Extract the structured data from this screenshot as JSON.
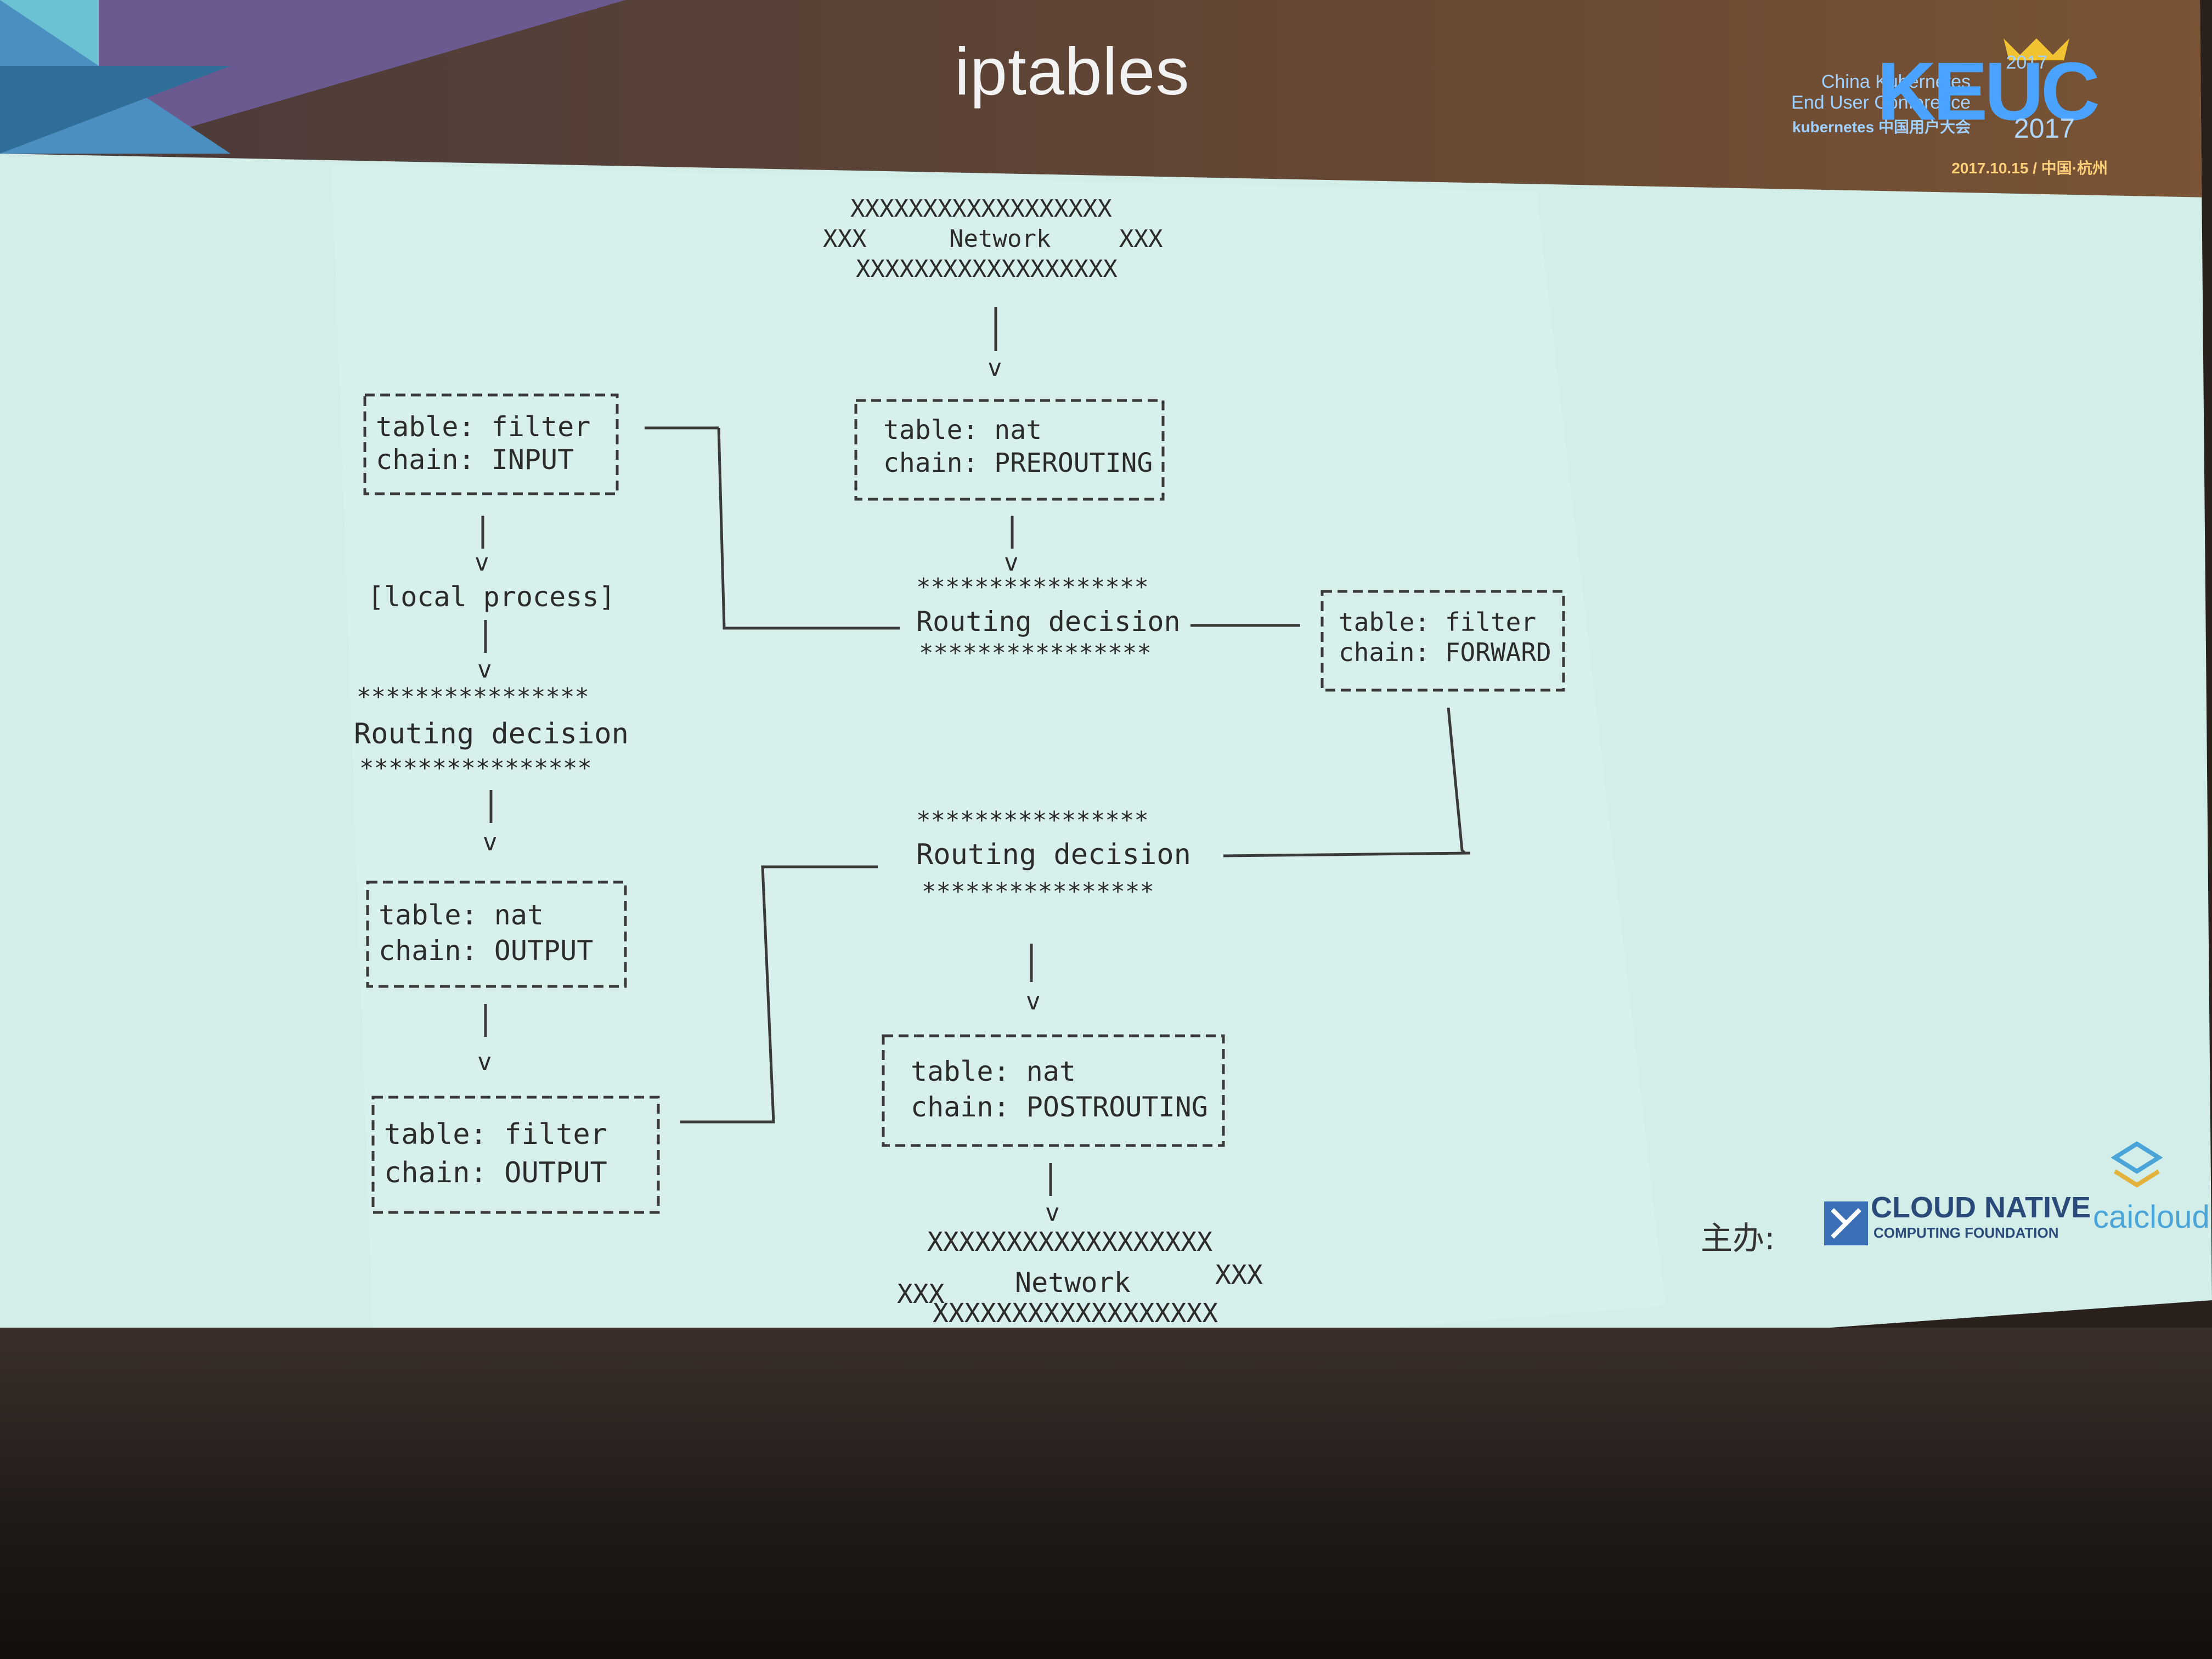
{
  "slide": {
    "title": "iptables"
  },
  "conference": {
    "year_small": "2017",
    "name_line1": "China Kubernetes",
    "name_line2": "End User Conference",
    "name_line3": "kubernetes 中国用户大会",
    "acronym": "KEUC",
    "year_big": "2017",
    "date_place": "2017.10.15 / 中国·杭州"
  },
  "diagram": {
    "network_top": {
      "line1": "XXXXXXXXXXXXXXXXXX",
      "line2_left": "XXX",
      "line2_mid": "Network",
      "line2_right": "XXX",
      "line3": "XXXXXXXXXXXXXXXXXX"
    },
    "network_bottom": {
      "line1": "XXXXXXXXXXXXXXXXXX",
      "line2_left": "XXX",
      "line2_mid": "Network",
      "line2_right": "XXX",
      "line3": "XXXXXXXXXXXXXXXXXX"
    },
    "stars": "****************",
    "routing_decision": "Routing decision",
    "local_process": "[local process]",
    "arrow_v": "v",
    "boxes": {
      "nat_prerouting": {
        "table": "table: nat",
        "chain": "chain: PREROUTING"
      },
      "filter_input": {
        "table": "table: filter",
        "chain": "chain: INPUT"
      },
      "filter_forward": {
        "table": "table: filter",
        "chain": "chain: FORWARD"
      },
      "nat_output": {
        "table": "table: nat",
        "chain": "chain: OUTPUT"
      },
      "filter_output": {
        "table": "table: filter",
        "chain": "chain: OUTPUT"
      },
      "nat_postrouting": {
        "table": "table: nat",
        "chain": "chain: POSTROUTING"
      }
    }
  },
  "sponsors": {
    "label": "主办:",
    "cncf_line1": "CLOUD NATIVE",
    "cncf_line2": "COMPUTING FOUNDATION",
    "caicloud": "caicloud"
  }
}
